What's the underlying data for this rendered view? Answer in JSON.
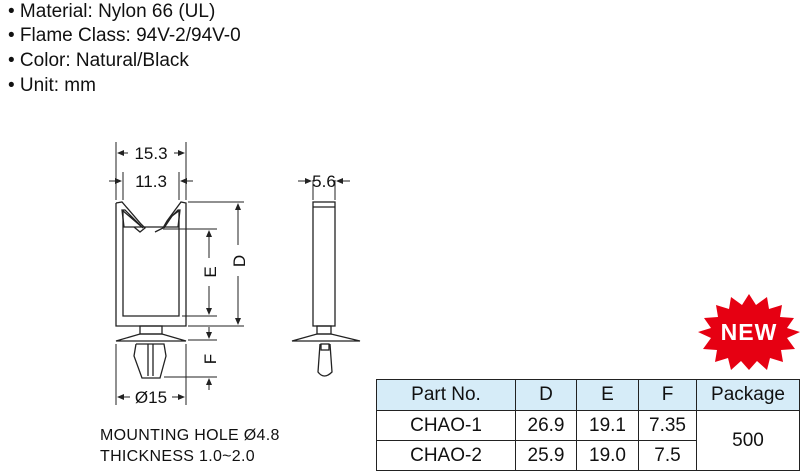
{
  "specs": [
    "• Material: Nylon 66 (UL)",
    "• Flame Class: 94V-2/94V-0",
    "• Color: Natural/Black",
    "• Unit: mm"
  ],
  "drawing": {
    "dim_outer_width": "15.3",
    "dim_inner_width": "11.3",
    "dim_thickness": "5.6",
    "label_d": "D",
    "label_e": "E",
    "label_f": "F",
    "dim_base_diameter": "Ø15"
  },
  "notes": {
    "mounting_hole": "MOUNTING HOLE  Ø4.8",
    "thickness": "THICKNESS  1.0~2.0"
  },
  "badge": {
    "label": "NEW",
    "color": "#e60012"
  },
  "table": {
    "headers": [
      "Part No.",
      "D",
      "E",
      "F",
      "Package"
    ],
    "rows": [
      {
        "part": "CHAO-1",
        "d": "26.9",
        "e": "19.1",
        "f": "7.35"
      },
      {
        "part": "CHAO-2",
        "d": "25.9",
        "e": "19.0",
        "f": "7.5"
      }
    ],
    "package": "500",
    "header_color": "#d6ecf8"
  }
}
